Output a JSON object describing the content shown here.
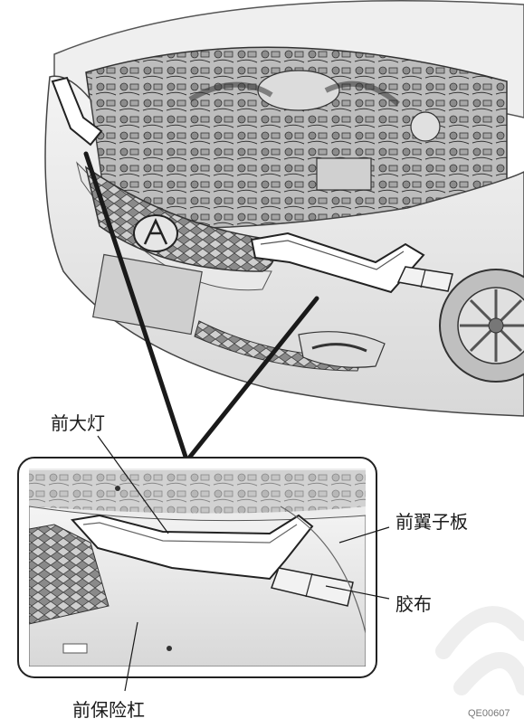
{
  "figure": {
    "callouts": {
      "headlight": "前大灯",
      "fender": "前翼子板",
      "tape": "胶布",
      "bumper": "前保险杠"
    },
    "figure_code": "QE00607"
  }
}
